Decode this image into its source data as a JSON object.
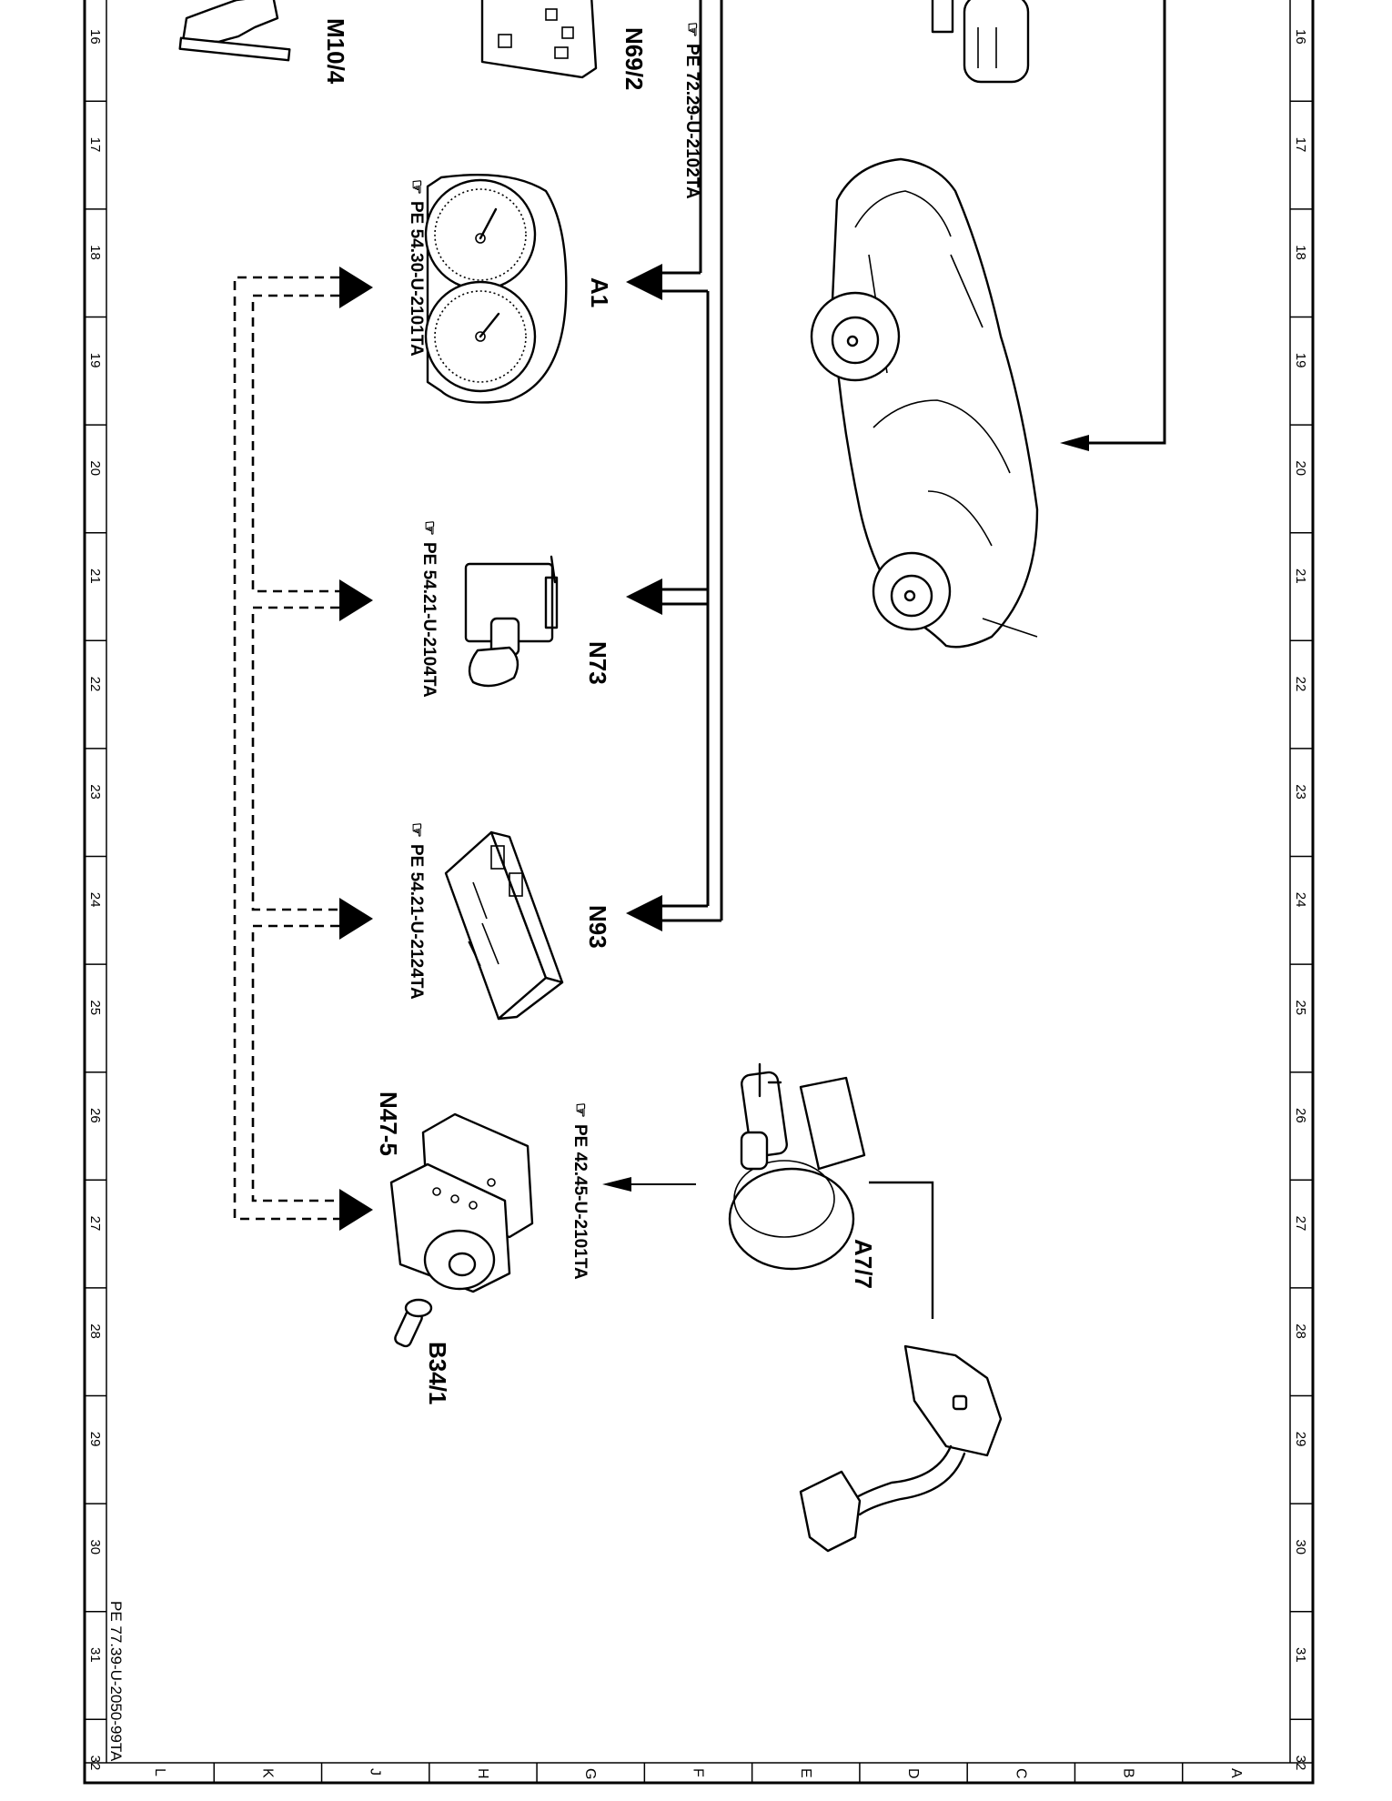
{
  "ruler": {
    "numbers": [
      "16",
      "17",
      "18",
      "19",
      "20",
      "21",
      "22",
      "23",
      "24",
      "25",
      "26",
      "27",
      "28",
      "29",
      "30",
      "31",
      "32"
    ]
  },
  "columns": [
    "L",
    "K",
    "J",
    "H",
    "G",
    "F",
    "E",
    "D",
    "C",
    "B",
    "A"
  ],
  "components": {
    "m10_4": "M10/4",
    "n69_2": "N69/2",
    "a1": "A1",
    "n73": "N73",
    "n93": "N93",
    "n47_5": "N47-5",
    "b34_1": "B34/1",
    "a7_7": "A7/7"
  },
  "references": {
    "n69_2_ref": "PE 72.29-U-2102TA",
    "a1_ref": "PE 54.30-U-2101TA",
    "n73_ref": "PE 54.21-U-2104TA",
    "n93_ref": "PE 54.21-U-2124TA",
    "a7_7_ref": "PE 42.45-U-2101TA"
  },
  "footer": {
    "drawing_number": "PE 77.39-U-2050-99TA"
  },
  "icons": {
    "reference": "hand-pointer-icon"
  }
}
